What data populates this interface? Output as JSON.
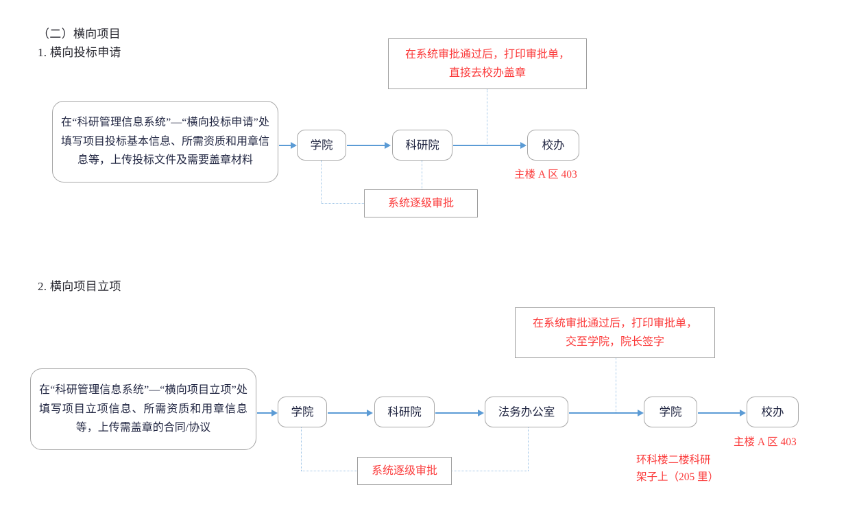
{
  "page": {
    "section_heading": "（二）横向项目",
    "colors": {
      "arrow_blue": "#5b9bd5",
      "dotted_blue": "#9dc3e6",
      "annotation_red": "#fb3b3b",
      "box_border_gray": "#a6a6a6",
      "text_dark": "#1f2440"
    }
  },
  "flow1": {
    "title": "1. 横向投标申请",
    "source_box": "在“科研管理信息系统”—“横向投标申请”处填写项目投标基本信息、所需资质和用章信息等，上传投标文件及需要盖章材料",
    "nodes": [
      {
        "label": "学院"
      },
      {
        "label": "科研院"
      },
      {
        "label": "校办"
      }
    ],
    "annotation_top": "在系统审批通过后，打印审批单，\n直接去校办盖章",
    "annotation_bottom": "系统逐级审批",
    "location_note": "主楼 A 区 403"
  },
  "flow2": {
    "title": "2. 横向项目立项",
    "source_box": "在“科研管理信息系统”—“横向项目立项”处填写项目立项信息、所需资质和用章信息等，上传需盖章的合同/协议",
    "nodes": [
      {
        "label": "学院"
      },
      {
        "label": "科研院"
      },
      {
        "label": "法务办公室"
      },
      {
        "label": "学院"
      },
      {
        "label": "校办"
      }
    ],
    "annotation_top": "在系统审批通过后，打印审批单，\n交至学院，院长签字",
    "annotation_bottom": "系统逐级审批",
    "location_note_school": "环科楼二楼科研\n架子上（205 里）",
    "location_note_office": "主楼 A 区 403"
  }
}
